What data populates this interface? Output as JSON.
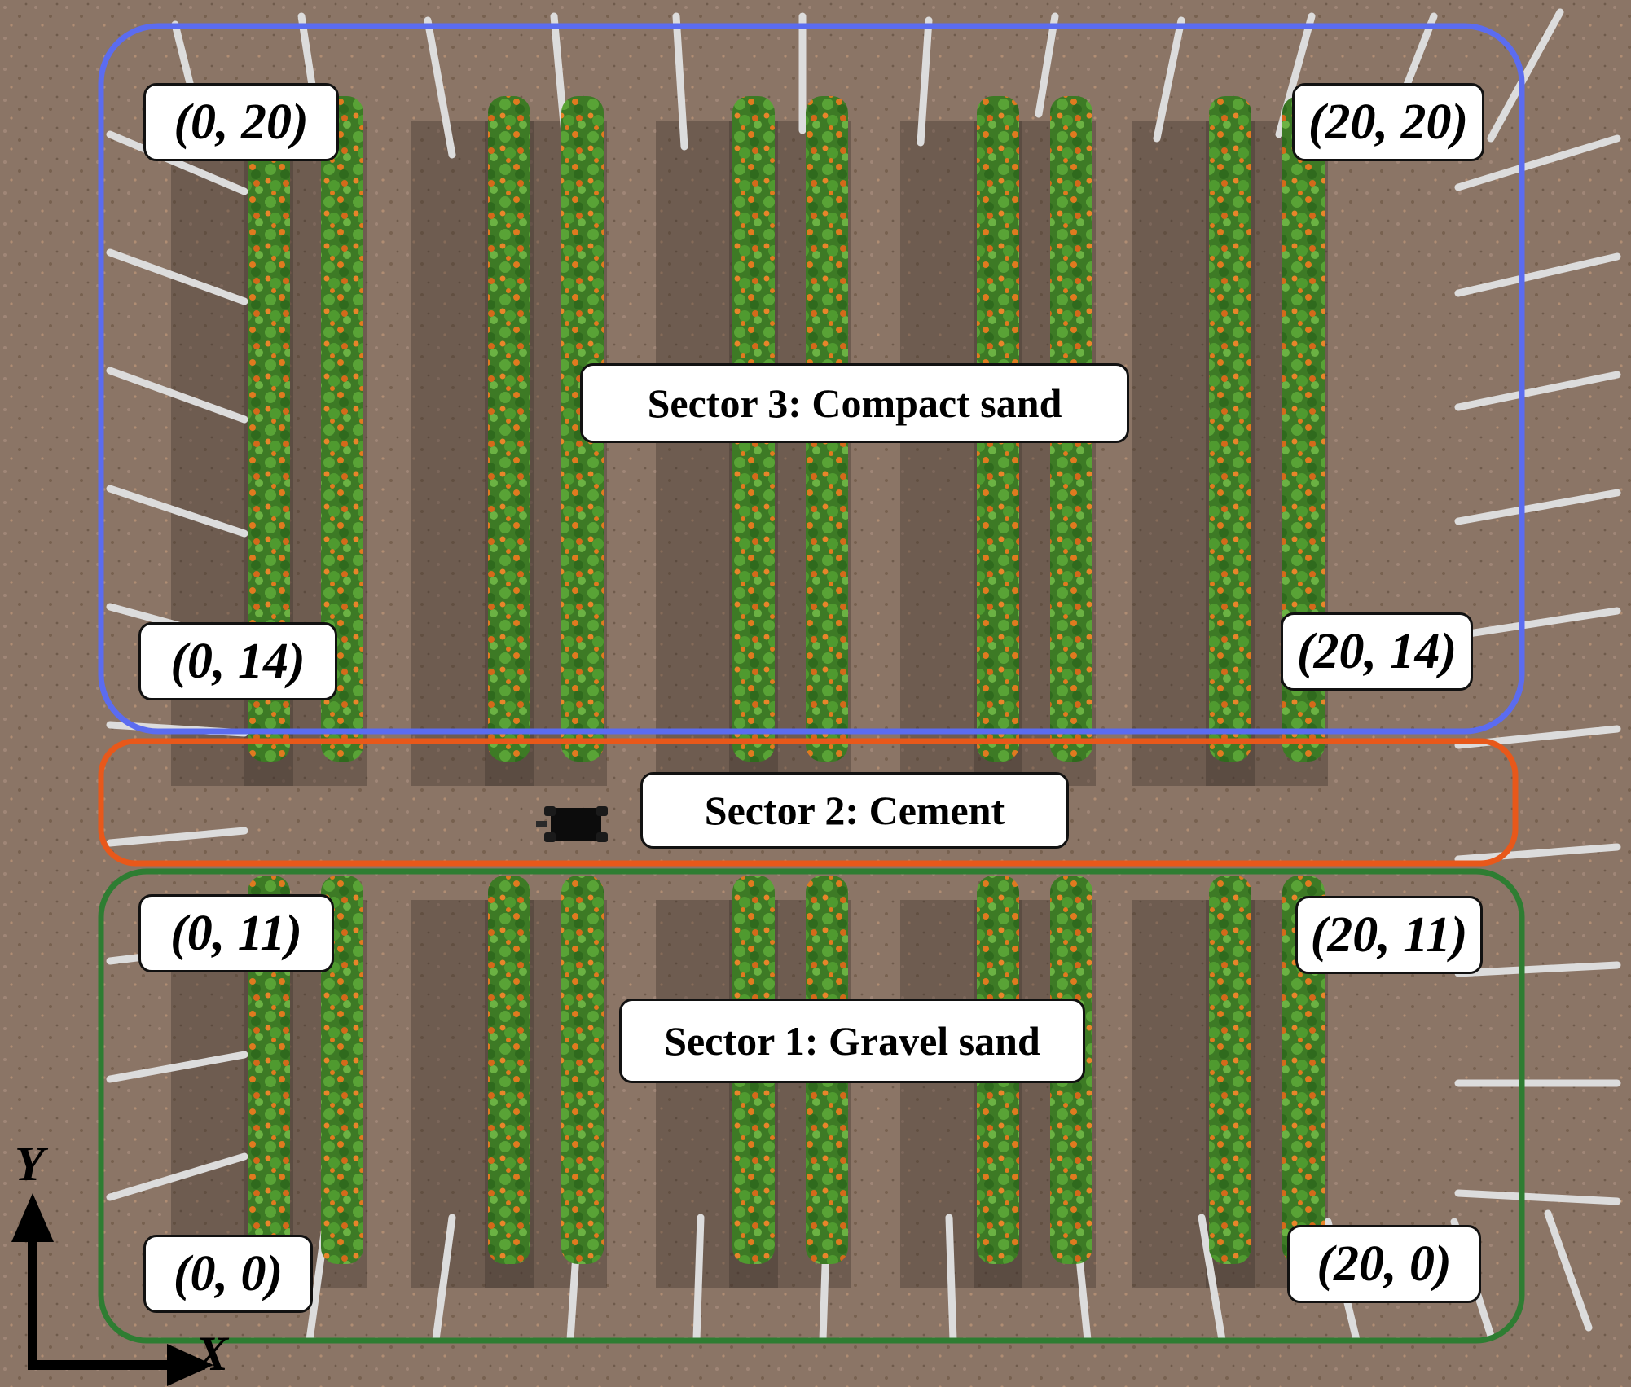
{
  "colors": {
    "ground": "#8b7566",
    "sector3": "#5b6cf0",
    "sector2": "#e8581a",
    "sector1": "#2e7d32",
    "plant_green": "#3f8d2a",
    "fruit_orange": "#e07a1f"
  },
  "sectors": [
    {
      "id": "sector3",
      "label": "Sector 3: Compact sand"
    },
    {
      "id": "sector2",
      "label": "Sector 2: Cement"
    },
    {
      "id": "sector1",
      "label": "Sector 1: Gravel sand"
    }
  ],
  "coordinates": {
    "s3_top_left": "(0, 20)",
    "s3_top_right": "(20, 20)",
    "s3_bottom_left": "(0, 14)",
    "s3_bottom_right": "(20, 14)",
    "s1_top_left": "(0, 11)",
    "s1_top_right": "(20, 11)",
    "s1_bottom_left": "(0, 0)",
    "s1_bottom_right": "(20, 0)"
  },
  "axes": {
    "x": "X",
    "y": "Y"
  },
  "objects": {
    "robot": "robot-icon",
    "plants": "plant-row-icon",
    "posts": "post-icon"
  }
}
